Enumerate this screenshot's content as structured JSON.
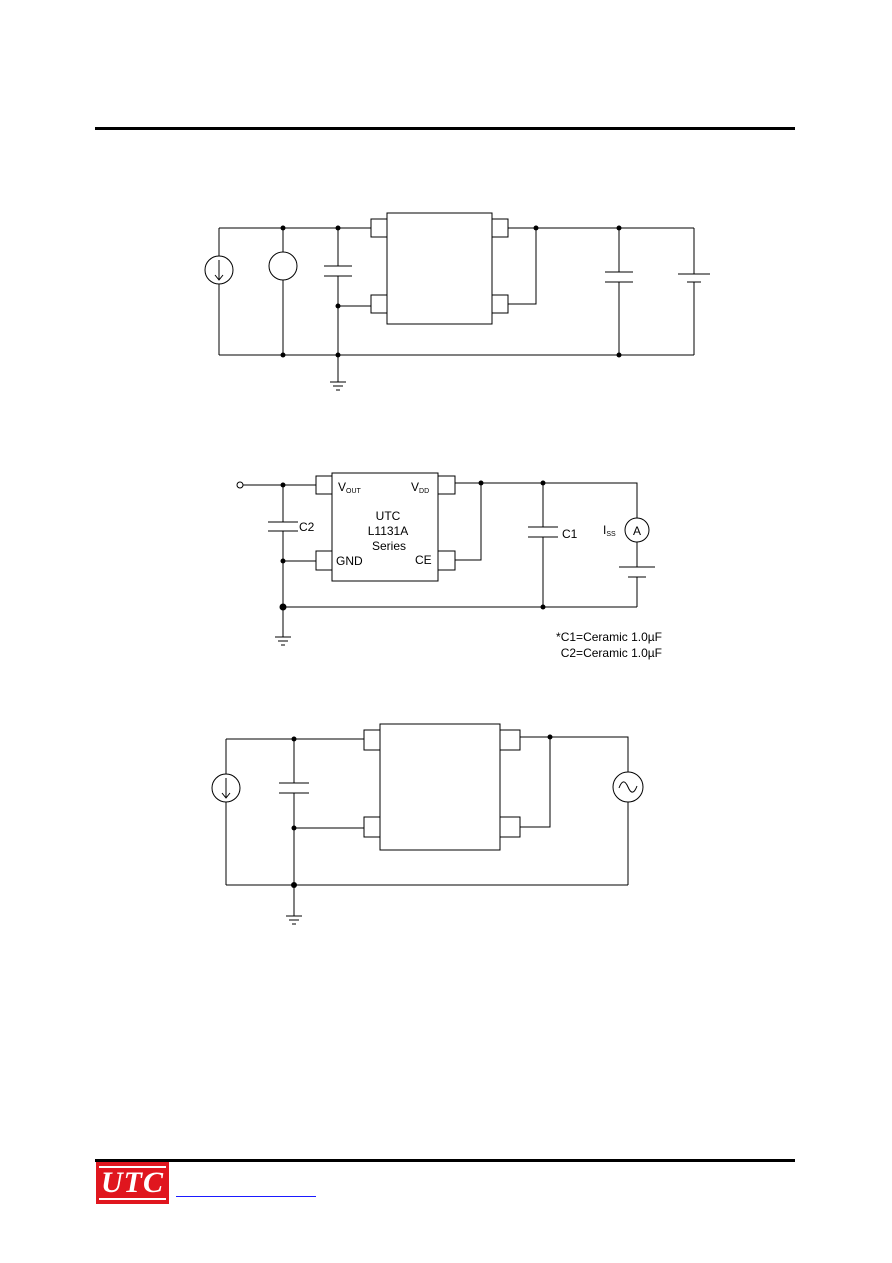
{
  "diagram2": {
    "vout_label": "V",
    "vout_sub": "OUT",
    "vdd_label": "V",
    "vdd_sub": "DD",
    "ic_line1": "UTC",
    "ic_line2": "L1131A",
    "ic_line3": "Series",
    "gnd_label": "GND",
    "ce_label": "CE",
    "c1_label": "C1",
    "c2_label": "C2",
    "iss_label": "I",
    "iss_sub": "SS",
    "ammeter_label": "A",
    "note_line1": "*C1=Ceramic 1.0µF",
    "note_line2": "C2=Ceramic 1.0µF"
  },
  "diagram3": {
    "ac_source_symbol": "~"
  },
  "footer": {
    "logo_text": "UTC",
    "logo_color": "#e0161e",
    "link_color": "#1a1aff"
  }
}
